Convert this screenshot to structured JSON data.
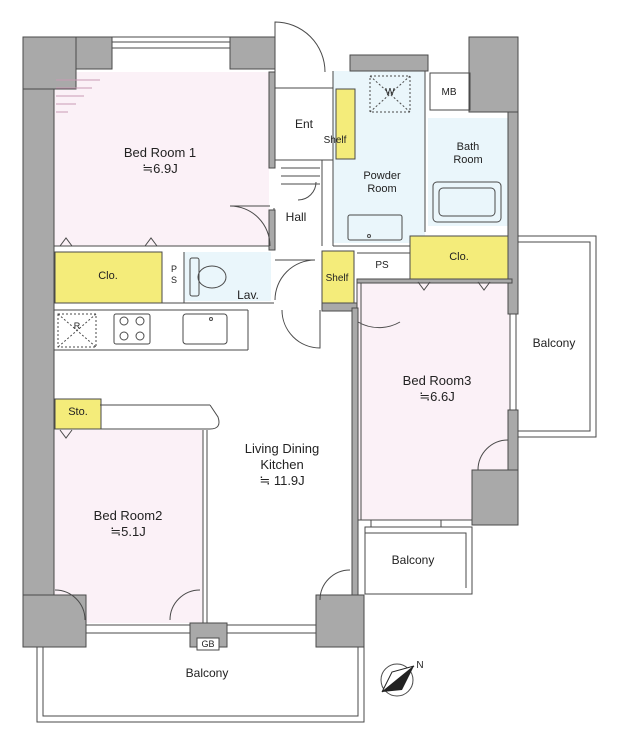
{
  "rooms": {
    "bedroom1": {
      "name": "Bed Room 1",
      "size": "≒6.9J"
    },
    "bedroom2": {
      "name": "Bed Room2",
      "size": "≒5.1J"
    },
    "bedroom3": {
      "name": "Bed Room3",
      "size": "≒6.6J"
    },
    "ldk": {
      "name_line1": "Living Dining",
      "name_line2": "Kitchen",
      "size": "≒ 11.9J"
    },
    "entrance": "Ent",
    "hall": "Hall",
    "powder_line1": "Powder",
    "powder_line2": "Room",
    "bath_line1": "Bath",
    "bath_line2": "Room",
    "lavatory": "Lav."
  },
  "fixtures": {
    "shelf_ent": "Shelf",
    "shelf_hall": "Shelf",
    "closet1": "Clo.",
    "closet3": "Clo.",
    "storage": "Sto.",
    "ps_left_1": "P",
    "ps_left_2": "S",
    "ps_right": "PS",
    "mb": "MB",
    "washer": "W",
    "fridge": "R",
    "gb": "GB"
  },
  "balconies": {
    "east": "Balcony",
    "middle": "Balcony",
    "south": "Balcony"
  },
  "compass": "N",
  "colors": {
    "wall": "#a9a9a9",
    "bedroom_fill": "#fbf1f7",
    "wet_area_fill": "#eaf6fb",
    "closet_fill": "#f4ec7a",
    "floor": "#ffffff",
    "line": "#4a4a4a"
  }
}
